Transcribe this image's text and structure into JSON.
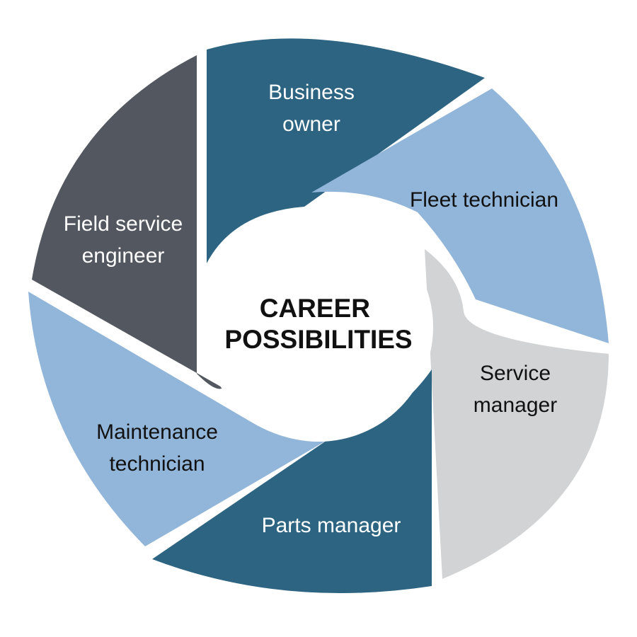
{
  "diagram": {
    "center": {
      "lines": [
        "CAREER",
        "POSSIBILITIES"
      ]
    },
    "segments": [
      {
        "id": "business-owner",
        "lines": [
          "Business",
          "owner"
        ],
        "color": "#2d6482",
        "text_color": "#ffffff"
      },
      {
        "id": "fleet-technician",
        "lines": [
          "Fleet technician"
        ],
        "color": "#92b6da",
        "text_color": "#111111"
      },
      {
        "id": "service-manager",
        "lines": [
          "Service",
          "manager"
        ],
        "color": "#d1d3d4",
        "text_color": "#111111"
      },
      {
        "id": "parts-manager",
        "lines": [
          "Parts manager"
        ],
        "color": "#2d6482",
        "text_color": "#ffffff"
      },
      {
        "id": "maintenance-technician",
        "lines": [
          "Maintenance",
          "technician"
        ],
        "color": "#92b6da",
        "text_color": "#111111"
      },
      {
        "id": "field-service-engineer",
        "lines": [
          "Field service",
          "engineer"
        ],
        "color": "#53575f",
        "text_color": "#ffffff"
      }
    ],
    "background_color": "#ffffff"
  }
}
